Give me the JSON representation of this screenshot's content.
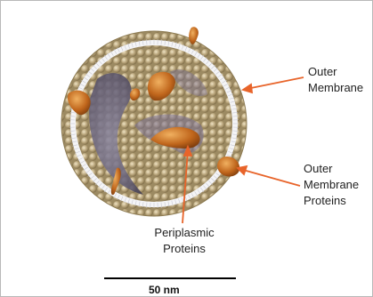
{
  "labels": {
    "outer_membrane_line1": "Outer",
    "outer_membrane_line2": "Membrane",
    "omp_line1": "Outer",
    "omp_line2": "Membrane",
    "omp_line3": "Proteins",
    "periplasmic_line1": "Periplasmic",
    "periplasmic_line2": "Proteins",
    "scale": "50 nm"
  },
  "colors": {
    "arrow": "#e8642a",
    "bead": "#b7a27a",
    "protein": "#c46a1e",
    "interior": "#6e6886"
  }
}
